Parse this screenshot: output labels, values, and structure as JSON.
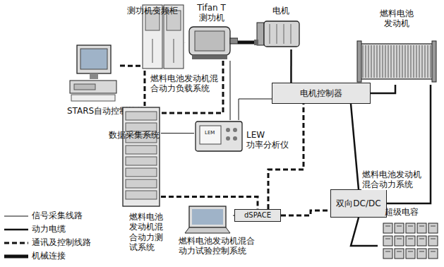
{
  "diagram": {
    "nodes": [
      {
        "text": [
          "测功机变频柜"
        ]
      },
      {
        "text": [
          "Tifan T 测功机"
        ]
      },
      {
        "text": [
          "电机"
        ]
      },
      {
        "text": [
          "燃料电池发动机"
        ]
      },
      {
        "text": [
          "STARS自动控制软件"
        ]
      },
      {
        "text": [
          "电机控制器"
        ]
      },
      {
        "text": [
          "LEW 功率分析仪"
        ]
      },
      {
        "text": [
          "数据采集系统"
        ]
      },
      {
        "text": [
          "dSPACE"
        ]
      },
      {
        "text": [
          "燃料电池发动机混合动力试验控制系统"
        ]
      },
      {
        "text": [
          "双向DC/DC"
        ]
      },
      {
        "text": [
          "超级电容"
        ]
      }
    ],
    "edges": [
      {
        "from": 0,
        "to": 1,
        "arrow": "none"
      },
      {
        "from": 4,
        "to": 0,
        "arrow": "none"
      },
      {
        "from": 1,
        "to": 2,
        "arrow": "none"
      },
      {
        "from": 2,
        "to": 5,
        "arrow": "none"
      },
      {
        "from": 5,
        "to": 3,
        "arrow": "none"
      },
      {
        "from": 5,
        "to": 10,
        "arrow": "none"
      },
      {
        "from": 3,
        "to": 10,
        "arrow": "none"
      },
      {
        "from": 10,
        "to": 11,
        "arrow": "none"
      },
      {
        "from": 6,
        "to": 5,
        "arrow": "none"
      },
      {
        "from": 6,
        "to": 1,
        "arrow": "none"
      },
      {
        "from": 7,
        "to": 6,
        "arrow": "none"
      },
      {
        "from": 1,
        "to": 7,
        "arrow": "none"
      },
      {
        "from": 8,
        "to": 10,
        "arrow": "none"
      },
      {
        "from": 8,
        "to": 5,
        "arrow": "none"
      },
      {
        "from": 9,
        "to": 8,
        "arrow": "none"
      },
      {
        "from": 7,
        "to": 8,
        "arrow": "none"
      },
      {
        "from": 0,
        "to": 7,
        "arrow": "none"
      }
    ],
    "labels": [
      "燃料电池发动机混合动力负载系统",
      "燃料电池发动机混合动力系统",
      "燃料电池发动机混合动力测试系统",
      "LEM"
    ],
    "legend": [
      {
        "text": "信号采集线路"
      },
      {
        "text": "动力电缆"
      },
      {
        "text": "通讯及控制线路"
      },
      {
        "text": "机械连接"
      }
    ]
  }
}
